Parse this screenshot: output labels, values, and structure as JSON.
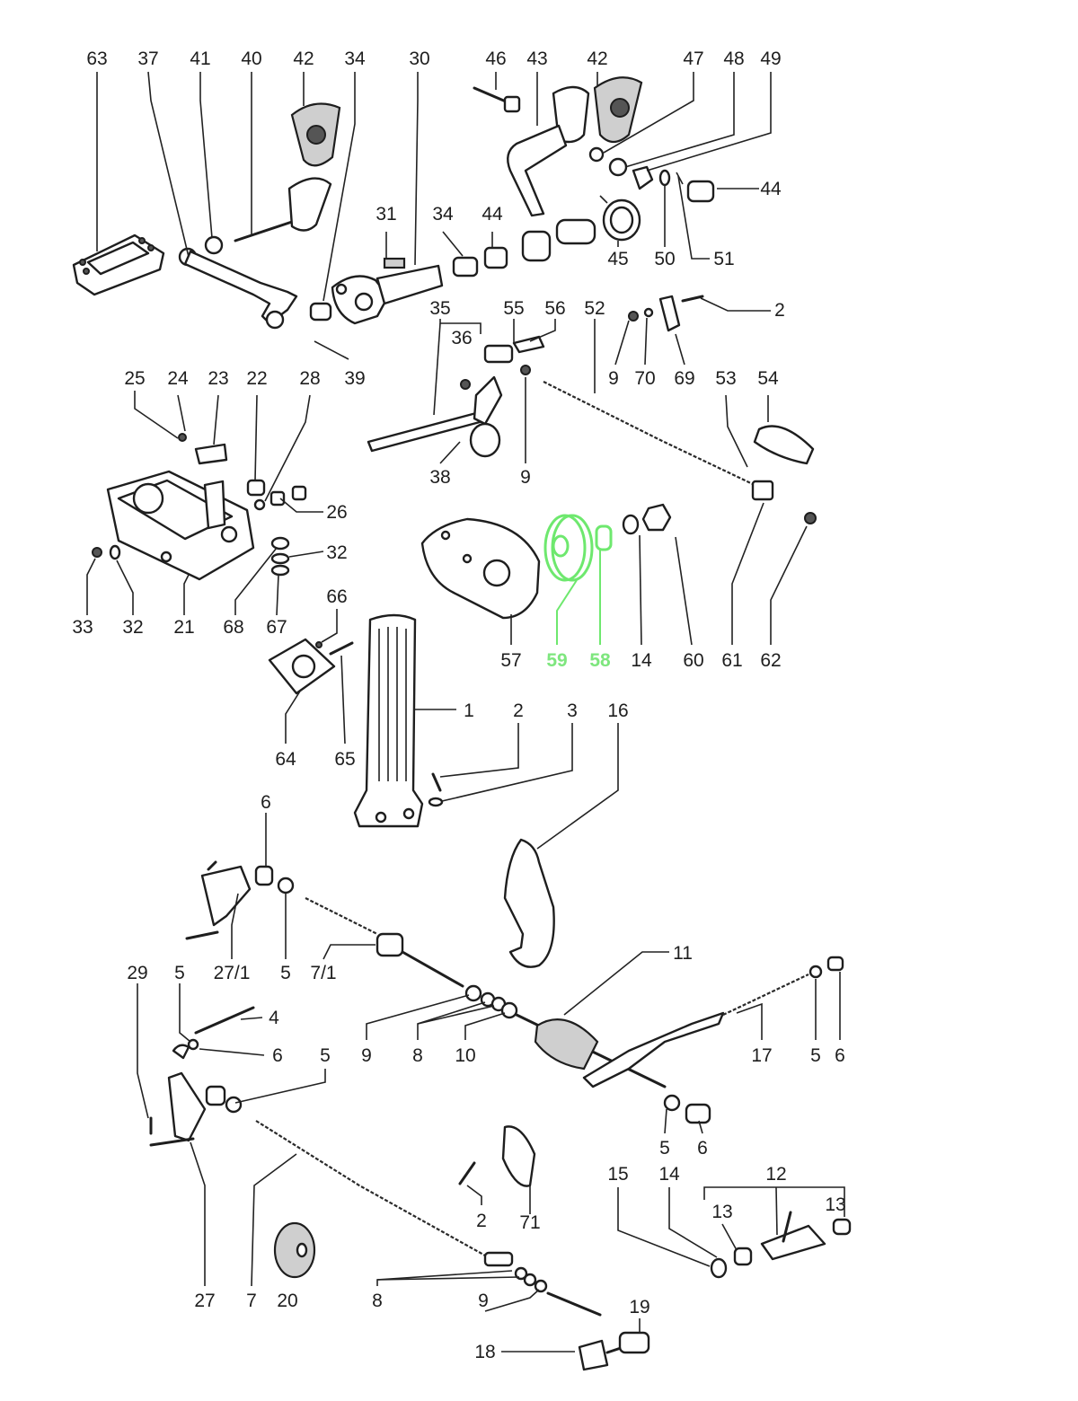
{
  "diagram": {
    "highlight_color": "#6ee86e",
    "labels": [
      "63",
      "37",
      "41",
      "40",
      "42",
      "34",
      "30",
      "46",
      "43",
      "42",
      "47",
      "48",
      "49",
      "44",
      "45",
      "50",
      "51",
      "31",
      "34",
      "44",
      "35",
      "55",
      "56",
      "52",
      "2",
      "36",
      "9",
      "70",
      "69",
      "39",
      "25",
      "24",
      "23",
      "22",
      "28",
      "53",
      "54",
      "38",
      "9",
      "26",
      "32",
      "57",
      "14",
      "60",
      "61",
      "62",
      "33",
      "32",
      "21",
      "68",
      "67",
      "66",
      "64",
      "65",
      "1",
      "2",
      "3",
      "16",
      "6",
      "27/1",
      "5",
      "7/1",
      "11",
      "29",
      "5",
      "4",
      "6",
      "5",
      "9",
      "8",
      "10",
      "17",
      "5",
      "6",
      "5",
      "6",
      "71",
      "2",
      "15",
      "14",
      "12",
      "13",
      "13",
      "27",
      "7",
      "20",
      "8",
      "9",
      "19",
      "18",
      "59",
      "58"
    ],
    "highlighted": [
      "59",
      "58"
    ]
  }
}
